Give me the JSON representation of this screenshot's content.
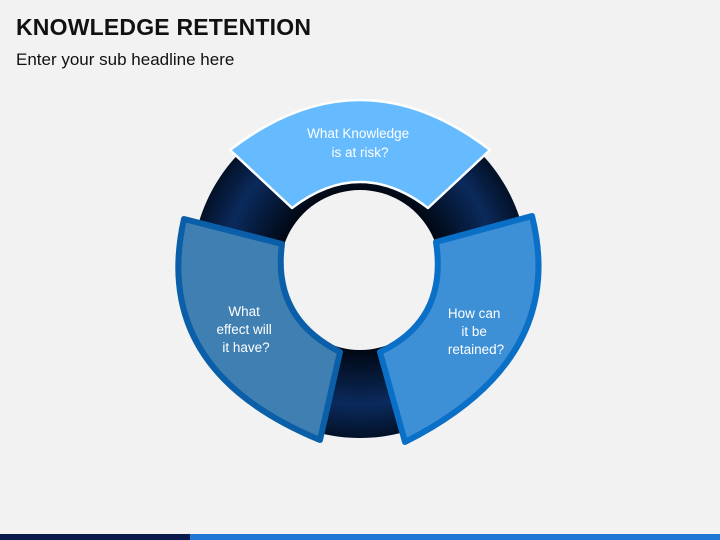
{
  "header": {
    "title": "KNOWLEDGE RETENTION",
    "subtitle": "Enter your sub headline here"
  },
  "segments": [
    {
      "id": "top",
      "lines": [
        "What Knowledge",
        "is at risk?"
      ]
    },
    {
      "id": "right",
      "lines": [
        "How can",
        "it be",
        "retained?"
      ]
    },
    {
      "id": "left",
      "lines": [
        "What",
        "effect will",
        "it have?"
      ]
    }
  ],
  "colors": {
    "background": "#f2f2f2",
    "top_segment": "#66bbff",
    "right_segment": "#3d8fd6",
    "left_segment": "#3f7fb2",
    "connector": "#0c2a5a",
    "bottom_bar_dark": "#0a1a4a",
    "bottom_bar_light": "#1f78d6"
  }
}
